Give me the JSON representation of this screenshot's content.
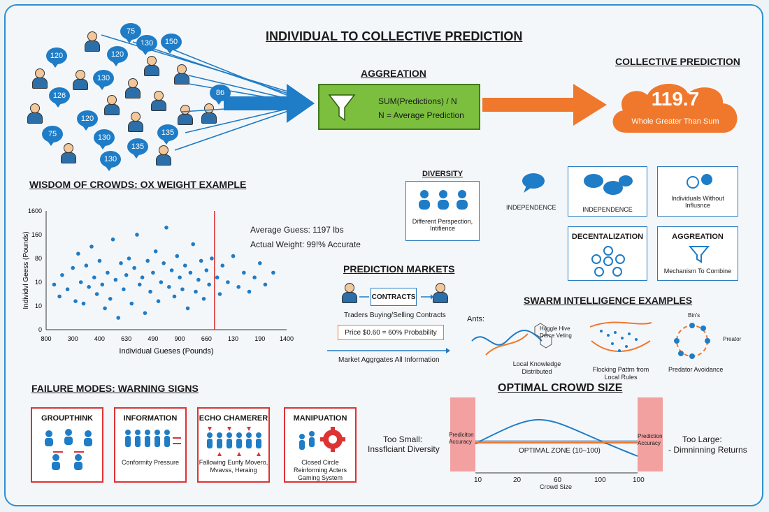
{
  "title": "INDIVIDUAL TO COLLECTIVE PREDICTION",
  "predictions": [
    "75",
    "150",
    "130",
    "120",
    "120",
    "130",
    "126",
    "86",
    "120",
    "130",
    "75",
    "135",
    "130",
    "135"
  ],
  "aggregation": {
    "heading": "AGGREATION",
    "formula": "SUM(Predictions) / N",
    "formula2": "N = Average Prediction"
  },
  "collective": {
    "heading": "COLLECTIVE PREDICTION",
    "value": "119.7",
    "subtitle": "Whole Greater Than Sum"
  },
  "ox": {
    "heading": "WISDOM OF CROWDS: OX WEIGHT EXAMPLE",
    "average": "Average Guess: 1197 lbs",
    "actual": "Actual Weight: 99!% Accurate",
    "xlabel": "Individual Gueses (Pounds)",
    "ylabel": "Individvl Geess (Pounds)"
  },
  "chart_data": {
    "type": "scatter",
    "title": "",
    "xlabel": "Individual Gueses (Pounds)",
    "ylabel": "Individvl Geess (Pounds)",
    "x_ticks": [
      "800",
      "300",
      "400",
      "630",
      "490",
      "900",
      "660",
      "130",
      "190",
      "1400"
    ],
    "y_ticks": [
      "1600",
      "160",
      "80",
      "10",
      "10",
      "0"
    ],
    "xlim": [
      0,
      9
    ],
    "ylim": [
      0,
      5
    ],
    "marker_x": 6.3,
    "points": [
      [
        0.3,
        1.9
      ],
      [
        0.5,
        1.4
      ],
      [
        0.6,
        2.3
      ],
      [
        0.8,
        1.7
      ],
      [
        1.0,
        2.6
      ],
      [
        1.1,
        1.2
      ],
      [
        1.2,
        3.2
      ],
      [
        1.3,
        2.0
      ],
      [
        1.4,
        1.1
      ],
      [
        1.5,
        2.7
      ],
      [
        1.6,
        1.8
      ],
      [
        1.7,
        3.5
      ],
      [
        1.8,
        2.2
      ],
      [
        1.9,
        1.5
      ],
      [
        2.0,
        2.9
      ],
      [
        2.1,
        1.9
      ],
      [
        2.2,
        0.9
      ],
      [
        2.3,
        2.4
      ],
      [
        2.4,
        1.3
      ],
      [
        2.5,
        3.8
      ],
      [
        2.6,
        2.1
      ],
      [
        2.7,
        0.5
      ],
      [
        2.8,
        2.8
      ],
      [
        2.9,
        1.7
      ],
      [
        3.0,
        2.3
      ],
      [
        3.1,
        3.0
      ],
      [
        3.2,
        1.1
      ],
      [
        3.3,
        2.6
      ],
      [
        3.4,
        4.0
      ],
      [
        3.5,
        1.9
      ],
      [
        3.6,
        2.2
      ],
      [
        3.7,
        0.7
      ],
      [
        3.8,
        2.9
      ],
      [
        3.9,
        1.6
      ],
      [
        4.0,
        2.4
      ],
      [
        4.1,
        3.3
      ],
      [
        4.2,
        1.2
      ],
      [
        4.3,
        2.0
      ],
      [
        4.4,
        2.8
      ],
      [
        4.5,
        4.3
      ],
      [
        4.6,
        1.8
      ],
      [
        4.7,
        2.5
      ],
      [
        4.8,
        1.4
      ],
      [
        4.9,
        3.1
      ],
      [
        5.0,
        2.2
      ],
      [
        5.1,
        1.7
      ],
      [
        5.2,
        2.7
      ],
      [
        5.3,
        0.9
      ],
      [
        5.4,
        2.4
      ],
      [
        5.5,
        3.6
      ],
      [
        5.6,
        1.6
      ],
      [
        5.7,
        2.1
      ],
      [
        5.8,
        2.9
      ],
      [
        5.9,
        1.3
      ],
      [
        6.0,
        2.5
      ],
      [
        6.1,
        1.9
      ],
      [
        6.2,
        3.0
      ],
      [
        6.4,
        2.2
      ],
      [
        6.5,
        1.5
      ],
      [
        6.6,
        2.7
      ],
      [
        6.8,
        2.0
      ],
      [
        7.0,
        3.1
      ],
      [
        7.2,
        1.8
      ],
      [
        7.4,
        2.4
      ],
      [
        7.6,
        1.6
      ],
      [
        7.8,
        2.2
      ],
      [
        8.0,
        2.8
      ],
      [
        8.2,
        1.9
      ],
      [
        8.5,
        2.4
      ]
    ]
  },
  "diversity": {
    "heading": "DIVERSITY",
    "caption": "Different Perspection, Intifience"
  },
  "independence": {
    "label": "INDEPENDENCE",
    "box": "INDEPENDENCE"
  },
  "individuals": {
    "caption": "Individuals Without Influsnce"
  },
  "decentralization": {
    "heading": "DECENTALIZATION"
  },
  "aggregation2": {
    "heading": "AGGREATION",
    "caption": "Mechanism To Combine"
  },
  "markets": {
    "heading": "PREDICTION MARKETS",
    "contracts": "CONTRACTS",
    "traders": "Traders Buying/Selling Contracts",
    "price": "Price $0.60 = 60% Probability",
    "aggregate": "Market Aggrgates All Information"
  },
  "swarm": {
    "heading": "SWARM INTELLIGENCE EXAMPLES",
    "ants": "Ants:",
    "hive": "Hoggle Hive Derce Veting",
    "local": "Local Knowledge Distributed",
    "flock": "Flocking Pattrn from Local Rules",
    "birds": "Bin's",
    "predator": "Preator",
    "avoid": "Predator Avoidance"
  },
  "failure": {
    "heading": "FAILURE MODES: WARNING SIGNS",
    "items": [
      {
        "title": "GROUPTHINK",
        "desc": ""
      },
      {
        "title": "INFORMATION",
        "desc": "Conformity Pressure"
      },
      {
        "title": "ECHO CHAMERER",
        "desc": "Fallowing Eunfy Movero, Mvavss, Heraing"
      },
      {
        "title": "MANIPUATION",
        "desc": "Closed Circle Reinforming Acters Gaming System"
      }
    ]
  },
  "crowd": {
    "heading": "OPTIMAL CROWD SIZE",
    "too_small": "Too Small:",
    "too_small2": "Inssflciant Diversity",
    "too_large": "Too Large:",
    "too_large2": "- Dimninning Returns",
    "zone": "OPTIMAL ZONE (10–100)",
    "left_band": "Prediciton Accuracy",
    "right_band": "Prediction Accuracy",
    "xlabel": "Crowd Size",
    "ticks": [
      "10",
      "20",
      "60",
      "100",
      "100"
    ]
  },
  "colors": {
    "blue": "#1f7cc6",
    "orange": "#f0782d",
    "green": "#7cbf3f",
    "red": "#d33333"
  }
}
